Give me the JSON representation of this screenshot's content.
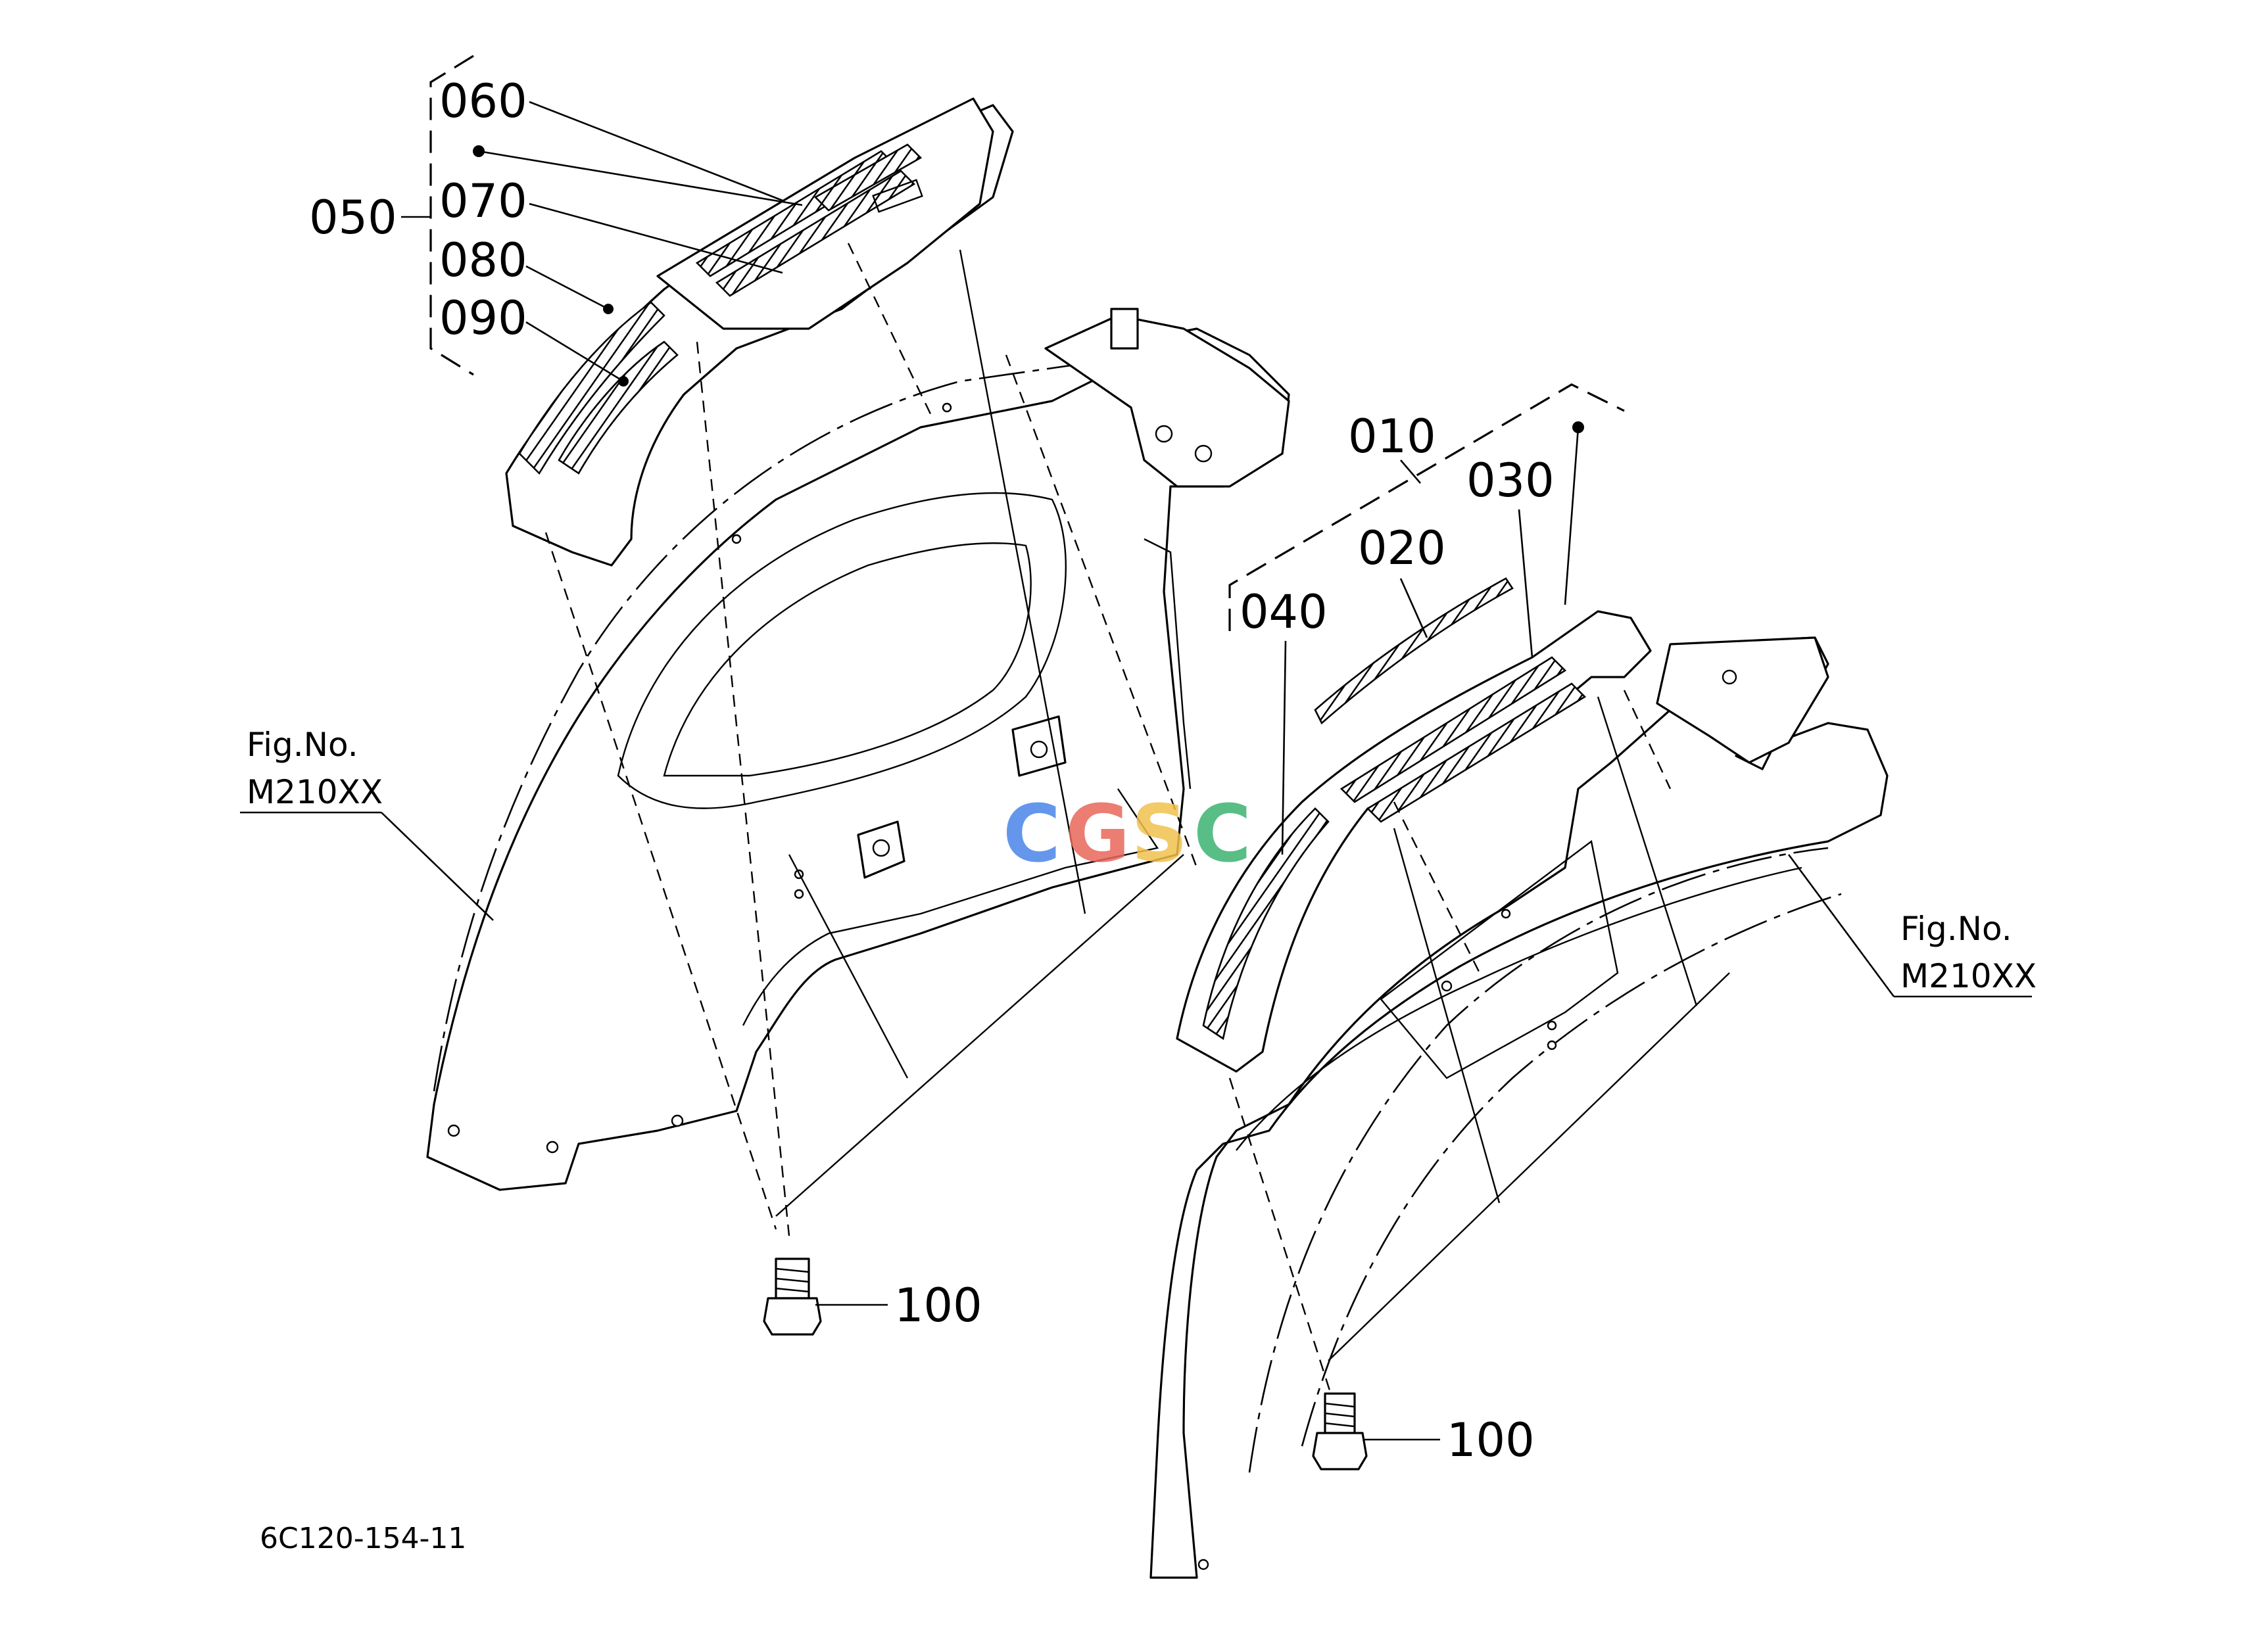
{
  "callouts": {
    "c060": "060",
    "c070": "070",
    "c080": "080",
    "c090": "090",
    "c050": "050",
    "c010": "010",
    "c020": "020",
    "c030": "030",
    "c040": "040",
    "c100_left": "100",
    "c100_right": "100"
  },
  "fig_refs": {
    "left_line1": "Fig.No.",
    "left_line2": "M210XX",
    "right_line1": "Fig.No.",
    "right_line2": "M210XX"
  },
  "drawing_code": "6C120-154-11",
  "watermark": {
    "letters": [
      "C",
      "G",
      "S",
      "C"
    ],
    "colors": [
      "#4a86e8",
      "#e8675a",
      "#f2c14e",
      "#3cb371"
    ]
  }
}
